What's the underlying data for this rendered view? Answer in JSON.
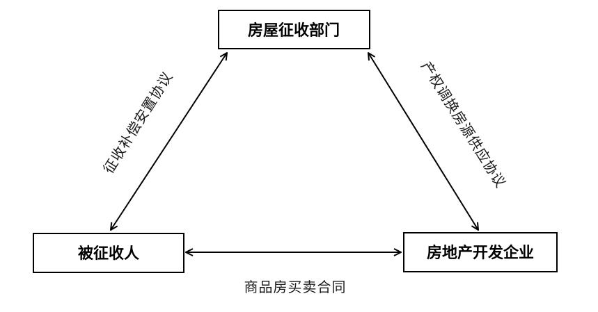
{
  "nodes": {
    "top": "房屋征收部门",
    "left": "被征收人",
    "right": "房地产开发企业"
  },
  "edges": {
    "left": "征收补偿安置协议",
    "right": "产权调换房源供应协议",
    "bottom": "商品房买卖合同"
  }
}
